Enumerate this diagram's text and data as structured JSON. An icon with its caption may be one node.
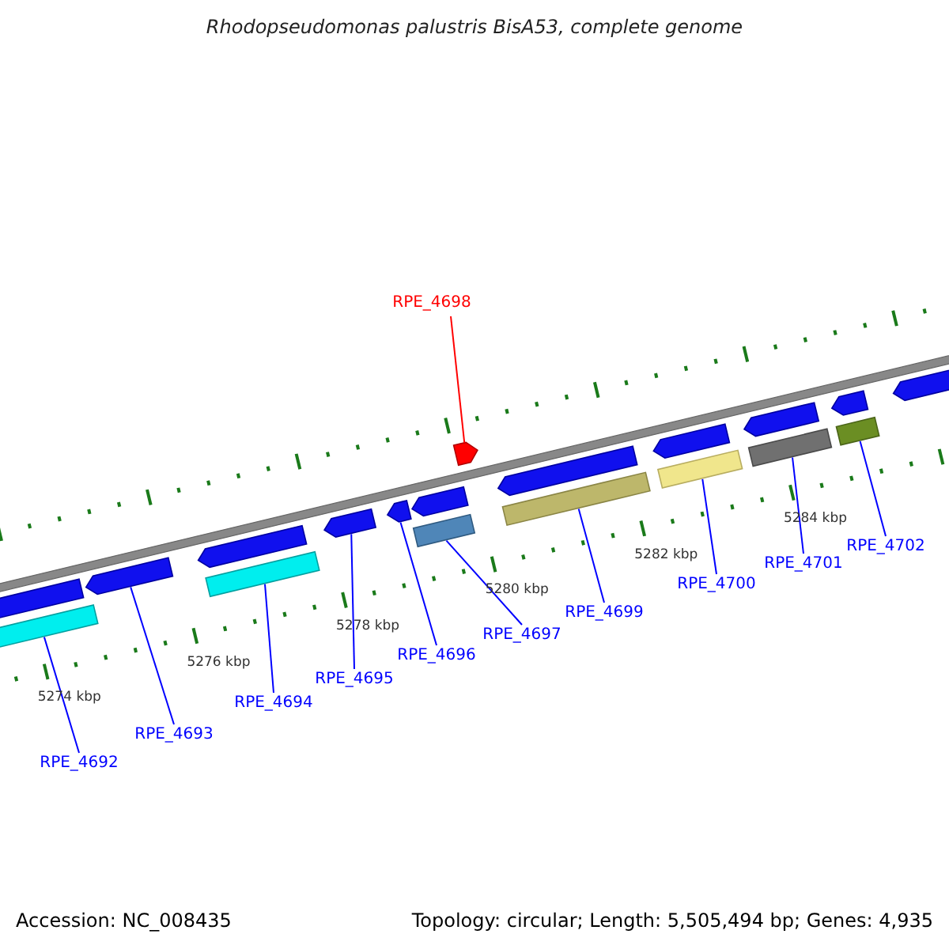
{
  "diagram": {
    "title": "Rhodopseudomonas palustris BisA53, complete genome",
    "nodes": [
      {
        "text": [
          "RPE_4692"
        ]
      },
      {
        "text": [
          "RPE_4693"
        ]
      },
      {
        "text": [
          "RPE_4694"
        ]
      },
      {
        "text": [
          "RPE_4695"
        ]
      },
      {
        "text": [
          "RPE_4696"
        ]
      },
      {
        "text": [
          "RPE_4697"
        ]
      },
      {
        "text": [
          "RPE_4698"
        ]
      },
      {
        "text": [
          "RPE_4699"
        ]
      },
      {
        "text": [
          "RPE_4700"
        ]
      },
      {
        "text": [
          "RPE_4701"
        ]
      },
      {
        "text": [
          "RPE_4702"
        ]
      },
      {
        "text": [],
        "shape": "bar"
      },
      {
        "text": [],
        "shape": "arrow"
      },
      {
        "text": [],
        "shape": "bar"
      },
      {
        "text": [],
        "shape": "arrow"
      },
      {
        "text": [],
        "shape": "arrow"
      },
      {
        "text": [],
        "shape": "bar"
      },
      {
        "text": [],
        "shape": "arrow"
      },
      {
        "text": [],
        "shape": "bar"
      },
      {
        "text": [],
        "shape": "bar"
      },
      {
        "text": [],
        "shape": "bar"
      },
      {
        "text": [],
        "shape": "bar"
      },
      {
        "text": [],
        "shape": "arrow"
      },
      {
        "text": [],
        "shape": "arrow"
      },
      {
        "text": [],
        "shape": "arrow"
      },
      {
        "text": [],
        "shape": "arrow"
      },
      {
        "text": [],
        "shape": "arrow"
      },
      {
        "text": [],
        "shape": "arrow"
      },
      {
        "text": [],
        "shape": "arrow"
      },
      {
        "text": [],
        "shape": "arrow"
      }
    ],
    "edges": [
      {
        "from": 0,
        "to": 11,
        "arrow": "none"
      },
      {
        "from": 1,
        "to": 12,
        "arrow": "none"
      },
      {
        "from": 2,
        "to": 13,
        "arrow": "none"
      },
      {
        "from": 3,
        "to": 14,
        "arrow": "none"
      },
      {
        "from": 4,
        "to": 15,
        "arrow": "none"
      },
      {
        "from": 5,
        "to": 16,
        "arrow": "none"
      },
      {
        "from": 6,
        "to": 17,
        "arrow": "none",
        "color": "#ff0000"
      },
      {
        "from": 7,
        "to": 18,
        "arrow": "none"
      },
      {
        "from": 8,
        "to": 19,
        "arrow": "none"
      },
      {
        "from": 9,
        "to": 20,
        "arrow": "none"
      },
      {
        "from": 10,
        "to": 21,
        "arrow": "none"
      }
    ],
    "labels": [
      "5274 kbp",
      "5276 kbp",
      "5278 kbp",
      "5280 kbp",
      "5282 kbp",
      "5284 kbp",
      "Accession: NC_008435",
      "Topology: circular; Length: 5,505,494 bp; Genes: 4,935"
    ]
  }
}
